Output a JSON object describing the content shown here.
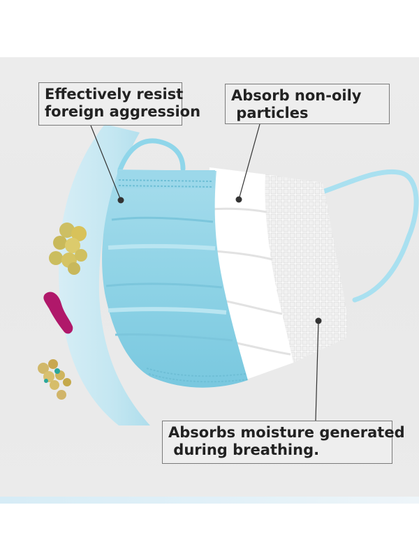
{
  "callouts": {
    "resist": {
      "line1": "Effectively resist",
      "line2": "foreign aggression"
    },
    "absorb_particles": {
      "line1": "Absorb non-oily",
      "line2": " particles"
    },
    "moisture": {
      "line1": "Absorbs moisture generated",
      "line2": " during breathing."
    }
  },
  "colors": {
    "mask_blue": "#8fd3e6",
    "mask_blue_dark": "#6cc1d8",
    "shield_blue": "#bfe6f2",
    "filter_white": "#ffffff",
    "bacteria_yellow": "#d8c25a",
    "bacteria_magenta": "#b0186a",
    "callout_border": "#7a7a7a"
  },
  "icons": [
    "bacteria-cluster-icon",
    "rod-bacteria-icon",
    "spore-cluster-icon"
  ]
}
